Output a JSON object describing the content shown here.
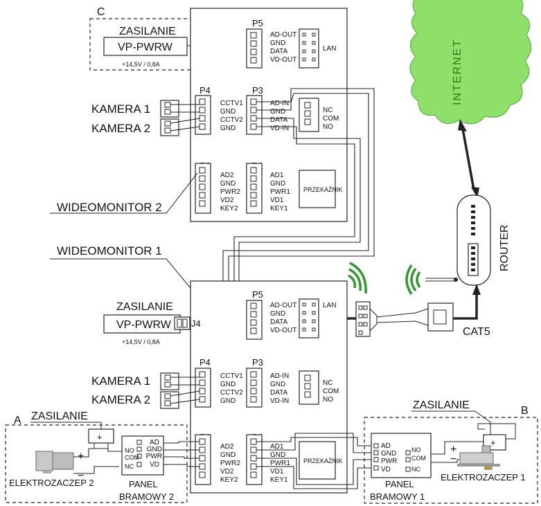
{
  "sections": {
    "a": "A",
    "b": "B",
    "c": "C"
  },
  "supply": {
    "title": "ZASILANIE",
    "unit": "VP-PWRW",
    "connector": "J4",
    "spec": "+14,5V / 0,8A"
  },
  "monitor2": {
    "label": "WIDEOMONITOR 2",
    "p5": {
      "name": "P5",
      "pins": [
        "AD-OUT",
        "GND",
        "DATA",
        "VD-OUT"
      ]
    },
    "lan": "LAN",
    "p4": {
      "name": "P4",
      "pins": [
        "CCTV1",
        "GND",
        "CCTV2",
        "GND"
      ]
    },
    "p3": {
      "name": "P3",
      "pins": [
        "AD-IN",
        "GND",
        "DATA",
        "VD-IN"
      ]
    },
    "relay_pins": [
      "NC",
      "COM",
      "NO"
    ],
    "p2": {
      "name": "P2",
      "pins": [
        "AD2",
        "GND",
        "PWR2",
        "VD2",
        "KEY2"
      ]
    },
    "p1": {
      "name": "P1",
      "pins": [
        "AD1",
        "GND",
        "PWR1",
        "VD1",
        "KEY1"
      ]
    },
    "relay": "PRZEKAŹNIK"
  },
  "monitor1": {
    "label": "WIDEOMONITOR 1",
    "p5": {
      "name": "P5",
      "pins": [
        "AD-OUT",
        "GND",
        "DATA",
        "VD-OUT"
      ]
    },
    "lan": "LAN",
    "p4": {
      "name": "P4",
      "pins": [
        "CCTV1",
        "GND",
        "CCTV2",
        "GND"
      ]
    },
    "p3": {
      "name": "P3",
      "pins": [
        "AD-IN",
        "GND",
        "DATA",
        "VD-IN"
      ]
    },
    "relay_pins": [
      "NC",
      "COM",
      "NO"
    ],
    "p2": {
      "name": "P2",
      "pins": [
        "AD2",
        "GND",
        "PWR2",
        "VD2",
        "KEY2"
      ]
    },
    "p1": {
      "name": "P1",
      "pins": [
        "AD1",
        "GND",
        "PWR1",
        "VD1",
        "KEY1"
      ]
    },
    "relay": "PRZEKAŹNIK"
  },
  "cameras": {
    "cam1": "KAMERA 1",
    "cam2": "KAMERA 2"
  },
  "internet": "INTERNET",
  "router": "ROUTER",
  "cat5": "CAT5",
  "panel2": {
    "title": "PANEL",
    "subtitle": "BRAMOWY 2",
    "pins": [
      "AD",
      "GND",
      "PWR",
      "VD"
    ],
    "contacts": [
      "NO",
      "COM",
      "NC"
    ]
  },
  "panel1": {
    "title": "PANEL",
    "subtitle": "BRAMOWY 1",
    "pins": [
      "AD",
      "GND",
      "PWR",
      "VD"
    ],
    "contacts": [
      "NO",
      "COM",
      "NC"
    ]
  },
  "lock2": "ELEKTROZACZEP 2",
  "lock1": "ELEKTROZACZEP 1",
  "plus": "+",
  "minus": "−"
}
